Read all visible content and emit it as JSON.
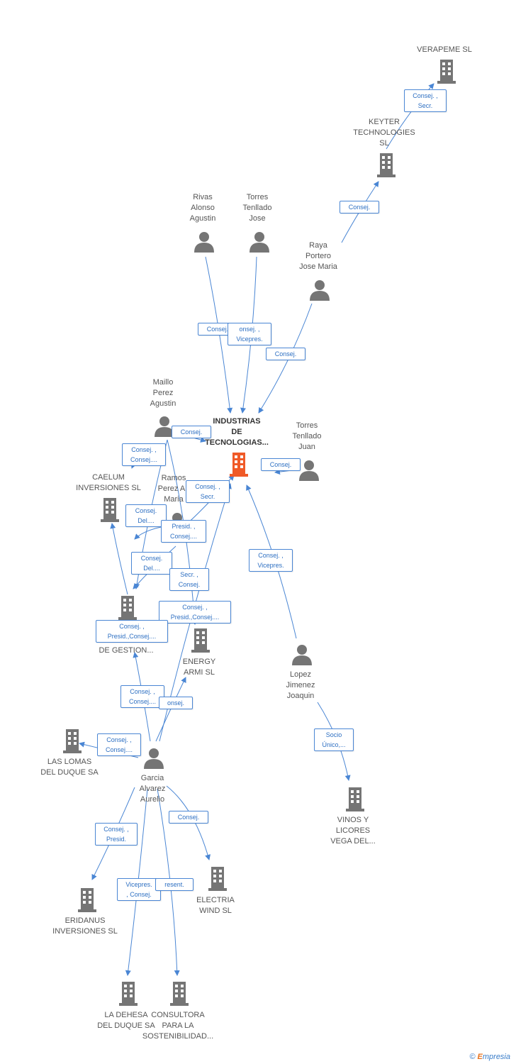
{
  "colors": {
    "edge": "#4a86d4",
    "icon": "#757575",
    "focus": "#f05a28",
    "badge_text": "#2d6fc2"
  },
  "nodes": [
    {
      "id": "verapeme",
      "kind": "company",
      "label": "VERAPEME  SL"
    },
    {
      "id": "keyter",
      "kind": "company",
      "label": "KEYTER\nTECHNOLOGIES\nSL"
    },
    {
      "id": "rivas",
      "kind": "person",
      "label": "Rivas\nAlonso\nAgustin"
    },
    {
      "id": "torres_jose",
      "kind": "person",
      "label": "Torres\nTenllado\nJose"
    },
    {
      "id": "raya",
      "kind": "person",
      "label": "Raya\nPortero\nJose Maria"
    },
    {
      "id": "maillo",
      "kind": "person",
      "label": "Maillo\nPerez\nAgustin"
    },
    {
      "id": "industrias",
      "kind": "focus",
      "label": "INDUSTRIAS\nDE\nTECNOLOGIAS..."
    },
    {
      "id": "torres_juan",
      "kind": "person",
      "label": "Torres\nTenllado\nJuan"
    },
    {
      "id": "caelum",
      "kind": "company",
      "label": "CAELUM\nINVERSIONES SL"
    },
    {
      "id": "ramos",
      "kind": "person",
      "label": "Ramos\nPerez An\nMaria"
    },
    {
      "id": "gestion",
      "kind": "company",
      "label": "DE GESTION..."
    },
    {
      "id": "energy",
      "kind": "company",
      "label": "ENERGY\nARMI SL"
    },
    {
      "id": "lopez",
      "kind": "person",
      "label": "Lopez\nJimenez\nJoaquin"
    },
    {
      "id": "lomas",
      "kind": "company",
      "label": "LAS LOMAS\nDEL DUQUE SA"
    },
    {
      "id": "garcia",
      "kind": "person",
      "label": "Garcia\nAlvarez\nAurelio"
    },
    {
      "id": "vinos",
      "kind": "company",
      "label": "VINOS Y\nLICORES\nVEGA DEL..."
    },
    {
      "id": "eridanus",
      "kind": "company",
      "label": "ERIDANUS\nINVERSIONES SL"
    },
    {
      "id": "electria",
      "kind": "company",
      "label": "ELECTRIA\nWIND SL"
    },
    {
      "id": "dehesa",
      "kind": "company",
      "label": "LA DEHESA\nDEL DUQUE SA"
    },
    {
      "id": "consultora",
      "kind": "company",
      "label": "CONSULTORA\nPARA LA\nSOSTENIBILIDAD..."
    }
  ],
  "relations": [
    {
      "label": "Consej. ,\nSecr."
    },
    {
      "label": "Consej."
    },
    {
      "label": "Consej."
    },
    {
      "label": "onsej. ,\nVicepres."
    },
    {
      "label": "Consej."
    },
    {
      "label": "Consej."
    },
    {
      "label": "Consej."
    },
    {
      "label": "Consej. ,\nConsej...."
    },
    {
      "label": "Consej. ,\nSecr."
    },
    {
      "label": "Consej.\nDel...."
    },
    {
      "label": "Presid. ,\nConsej...."
    },
    {
      "label": "Consej.\nDel...."
    },
    {
      "label": "Secr. ,\nConsej."
    },
    {
      "label": "Consej. ,\nVicepres."
    },
    {
      "label": "Consej. ,\nPresid.,Consej...."
    },
    {
      "label": "Consej. ,\nPresid.,Consej...."
    },
    {
      "label": "Consej. ,\nConsej...."
    },
    {
      "label": "onsej."
    },
    {
      "label": "Consej. ,\nConsej...."
    },
    {
      "label": "Socio\nÚnico,..."
    },
    {
      "label": "Consej. ,\nPresid."
    },
    {
      "label": "Consej."
    },
    {
      "label": "Vicepres.\n, Consej."
    },
    {
      "label": "resent."
    }
  ],
  "footer": {
    "copyright": "©",
    "brand_initial": "E",
    "brand_rest": "mpresia"
  }
}
